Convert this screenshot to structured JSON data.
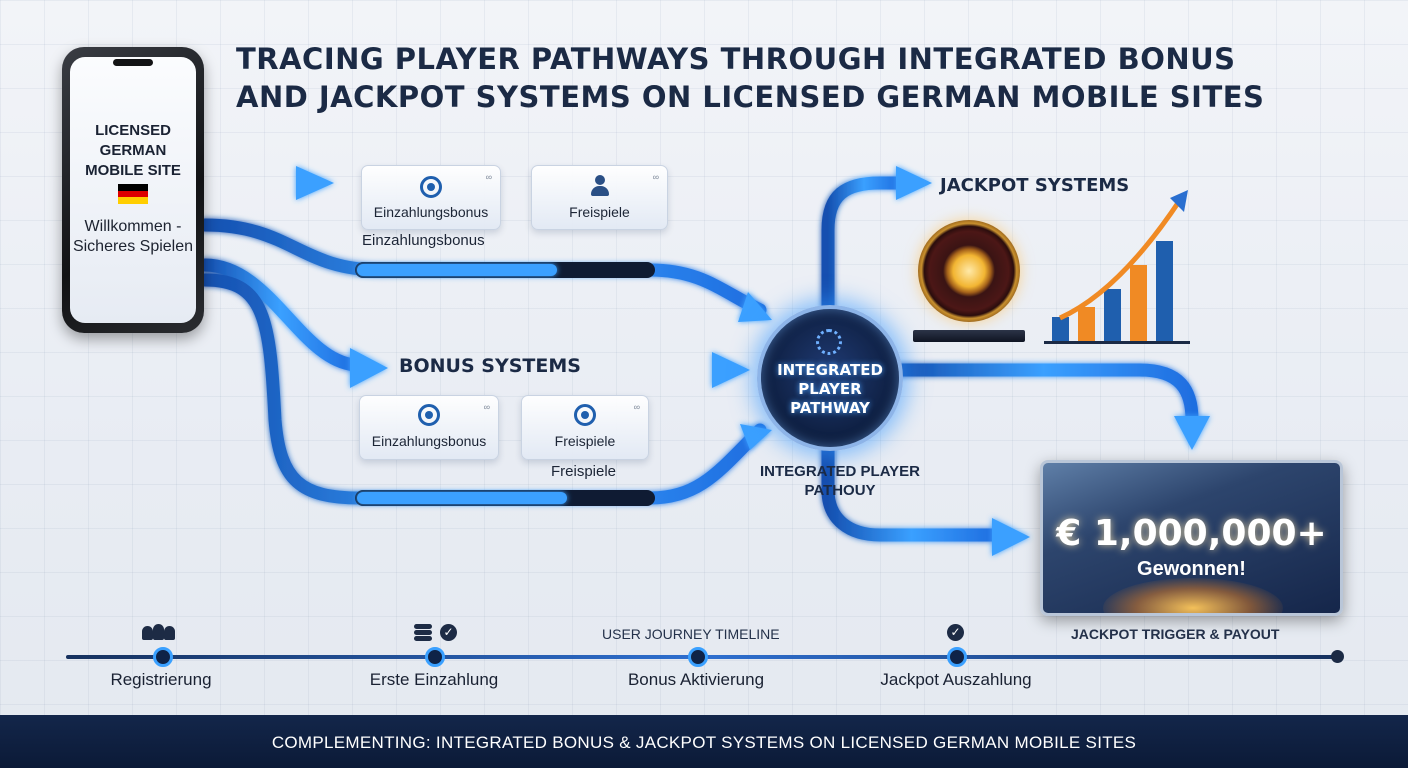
{
  "title": "TRACING PLAYER PATHWAYS THROUGH INTEGRATED BONUS AND JACKPOT SYSTEMS ON LICENSED GERMAN MOBILE SITES",
  "phone": {
    "heading": "LICENSED GERMAN MOBILE SITE",
    "text": "Willkommen - Sicheres Spielen",
    "flag_colors": [
      "#000000",
      "#dd0000",
      "#ffce00"
    ]
  },
  "top_cards": [
    {
      "label": "Einzahlungsbonus",
      "icon": "gear-icon"
    },
    {
      "label": "Freispiele",
      "icon": "user-icon"
    }
  ],
  "top_caption": "Einzahlungsbonus",
  "bonus_systems_label": "BONUS SYSTEMS",
  "mid_cards": [
    {
      "label": "Einzahlungsbonus",
      "icon": "gear-icon"
    },
    {
      "label": "Freispiele",
      "icon": "gear-icon"
    }
  ],
  "mid_caption": "Freispiele",
  "hub": {
    "text": "INTEGRATED PLAYER PATHWAY",
    "caption": "INTEGRATED PLAYER PATHOUY"
  },
  "jackpot_systems_label": "JACKPOT SYSTEMS",
  "jackpot_panel": {
    "amount": "€ 1,000,000+",
    "subtitle": "Gewonnen!"
  },
  "timeline": {
    "title": "USER JOURNEY TIMELINE",
    "end_caption": "JACKPOT TRIGGER & PAYOUT",
    "steps": [
      {
        "label": "Registrierung",
        "icon": "people-icon"
      },
      {
        "label": "Erste Einzahlung",
        "icon": "coins-check-icon"
      },
      {
        "label": "Bonus Aktivierung",
        "icon": ""
      },
      {
        "label": "Jackpot Auszahlung",
        "icon": "check-icon"
      }
    ]
  },
  "footer": "COMPLEMENTING: INTEGRATED BONUS & JACKPOT SYSTEMS ON LICENSED GERMAN MOBILE SITES",
  "colors": {
    "flow_blue": "#2f8cff",
    "flow_dark": "#1550b0",
    "navy": "#1b2a45",
    "gold": "#f2b532"
  }
}
